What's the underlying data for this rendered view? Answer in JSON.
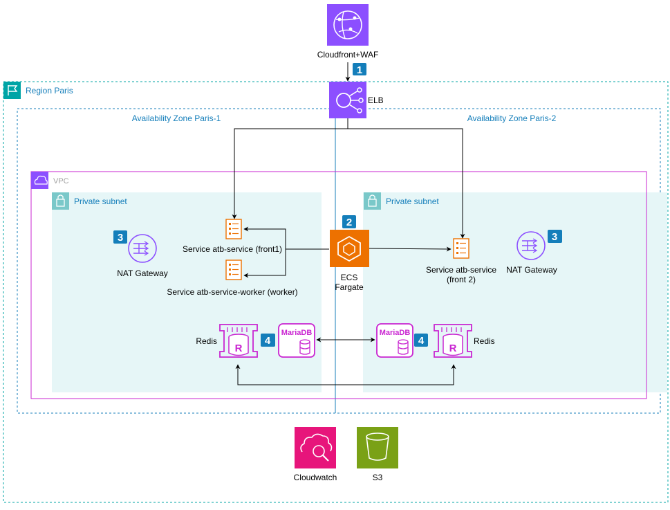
{
  "groups": {
    "region": "Region Paris",
    "az1": "Availability Zone Paris-1",
    "az2": "Availability Zone Paris-2",
    "vpc": "VPC",
    "subnet1": "Private subnet",
    "subnet2": "Private subnet"
  },
  "nodes": {
    "cloudfront": "Cloudfront+WAF",
    "elb": "ELB",
    "ecs_line1": "ECS",
    "ecs_line2": "Fargate",
    "service_front1": "Service atb-service (front1)",
    "service_worker": "Service atb-service-worker (worker)",
    "service_front2_line1": "Service atb-service",
    "service_front2_line2": "(front 2)",
    "nat1": "NAT Gateway",
    "nat2": "NAT Gateway",
    "redis1": "Redis",
    "redis2": "Redis",
    "mariadb_label": "MariaDB",
    "cloudwatch": "Cloudwatch",
    "s3": "S3"
  },
  "badges": {
    "b1": "1",
    "b2": "2",
    "b3a": "3",
    "b3b": "3",
    "b4a": "4",
    "b4b": "4"
  },
  "colors": {
    "group_teal": "#147EBA",
    "region_teal": "#00A4A6",
    "vpc_purple": "#8C4FFF",
    "subnet_fill": "#E6F6F7",
    "networking": "#8C4FFF",
    "compute": "#ED7100",
    "database": "#C925D1",
    "management": "#E7157B",
    "storage": "#7AA116",
    "badge": "#147EBA"
  }
}
